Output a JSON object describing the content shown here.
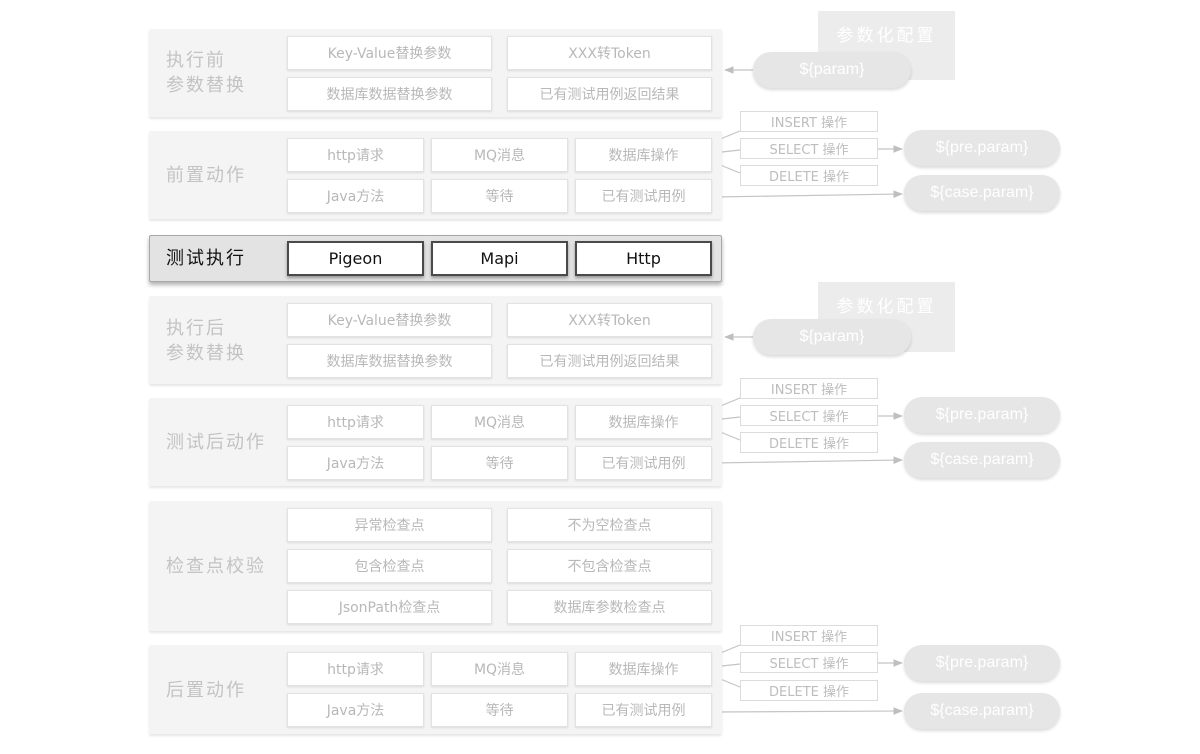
{
  "colors": {
    "panel_bg": "#f4f4f4",
    "active_panel_bg": "#e3e3e3",
    "inactive_text": "#bdbdbd",
    "active_text": "#111111",
    "pill_bg": "#e6e6e6",
    "connector": "#bfbfbf"
  },
  "sections": {
    "pre_replace": {
      "label": "执行前\n参数替换",
      "cells": [
        "Key-Value替换参数",
        "XXX转Token",
        "数据库数据替换参数",
        "已有测试用例返回结果"
      ],
      "config_title": "参数化配置",
      "param_pill": "${param}"
    },
    "pre_action": {
      "label": "前置动作",
      "cells": [
        "http请求",
        "MQ消息",
        "数据库操作",
        "Java方法",
        "等待",
        "已有测试用例"
      ],
      "ops": [
        "INSERT 操作",
        "SELECT 操作",
        "DELETE 操作"
      ],
      "pills": [
        "${pre.param}",
        "${case.param}"
      ]
    },
    "execute": {
      "label": "测试执行",
      "cells": [
        "Pigeon",
        "Mapi",
        "Http"
      ]
    },
    "post_replace": {
      "label": "执行后\n参数替换",
      "cells": [
        "Key-Value替换参数",
        "XXX转Token",
        "数据库数据替换参数",
        "已有测试用例返回结果"
      ],
      "config_title": "参数化配置",
      "param_pill": "${param}"
    },
    "test_post_action": {
      "label": "测试后动作",
      "cells": [
        "http请求",
        "MQ消息",
        "数据库操作",
        "Java方法",
        "等待",
        "已有测试用例"
      ],
      "ops": [
        "INSERT 操作",
        "SELECT 操作",
        "DELETE 操作"
      ],
      "pills": [
        "${pre.param}",
        "${case.param}"
      ]
    },
    "checkpoint": {
      "label": "检查点校验",
      "cells": [
        "异常检查点",
        "不为空检查点",
        "包含检查点",
        "不包含检查点",
        "JsonPath检查点",
        "数据库参数检查点"
      ]
    },
    "post_action": {
      "label": "后置动作",
      "cells": [
        "http请求",
        "MQ消息",
        "数据库操作",
        "Java方法",
        "等待",
        "已有测试用例"
      ],
      "ops": [
        "INSERT 操作",
        "SELECT 操作",
        "DELETE 操作"
      ],
      "pills": [
        "${pre.param}",
        "${case.param}"
      ]
    }
  }
}
